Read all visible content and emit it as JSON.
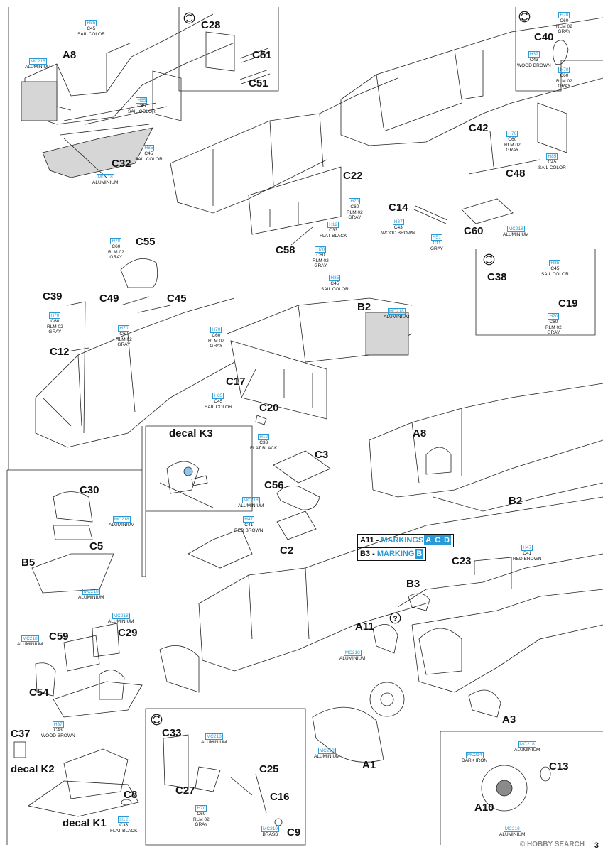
{
  "accent_color": "#2a9bd6",
  "part_labels": {
    "A8": "A8",
    "C28": "C28",
    "C51a": "C51",
    "C51b": "C51",
    "C40": "C40",
    "C32": "C32",
    "C22": "C22",
    "C42": "C42",
    "C48": "C48",
    "C14": "C14",
    "C58": "C58",
    "C60": "C60",
    "C55": "C55",
    "C39": "C39",
    "C49": "C49",
    "C45": "C45",
    "C12": "C12",
    "B2": "B2",
    "C38": "C38",
    "C19": "C19",
    "C17": "C17",
    "C20": "C20",
    "decalK3": "decal K3",
    "C3": "C3",
    "A8b": "A8",
    "C56": "C56",
    "B2b": "B2",
    "C30": "C30",
    "C5": "C5",
    "C2": "C2",
    "B5": "B5",
    "C23": "C23",
    "B3": "B3",
    "A11": "A11",
    "C59": "C59",
    "C29": "C29",
    "C54": "C54",
    "A3": "A3",
    "C37": "C37",
    "C33": "C33",
    "decalK2": "decal K2",
    "C25": "C25",
    "C13": "C13",
    "A1": "A1",
    "C27": "C27",
    "C16": "C16",
    "C8": "C8",
    "A10": "A10",
    "decalK1": "decal K1",
    "C9": "C9"
  },
  "paints": {
    "p1": {
      "code": "H85",
      "lines": [
        "C45",
        "SAIL COLOR"
      ]
    },
    "p2": {
      "code": "MC218",
      "lines": [
        "ALUMINIUM"
      ]
    },
    "p3": {
      "code": "H85",
      "lines": [
        "C45",
        "SAIL COLOR"
      ]
    },
    "p4": {
      "code": "H85",
      "lines": [
        "C45",
        "SAIL COLOR"
      ]
    },
    "p5": {
      "code": "MC218",
      "lines": [
        "ALUMINIUM"
      ]
    },
    "p6": {
      "code": "H70",
      "lines": [
        "C60",
        "RLM 02",
        "GRAY"
      ]
    },
    "p7": {
      "code": "H37",
      "lines": [
        "C43",
        "WOOD BROWN"
      ]
    },
    "p8": {
      "code": "H70",
      "lines": [
        "C60",
        "RLM 02",
        "GRAY"
      ]
    },
    "p9": {
      "code": "H70",
      "lines": [
        "C60",
        "RLM 02",
        "GRAY"
      ]
    },
    "p10": {
      "code": "H85",
      "lines": [
        "C45",
        "SAIL COLOR"
      ]
    },
    "p11": {
      "code": "H70",
      "lines": [
        "C60",
        "RLM 02",
        "GRAY"
      ]
    },
    "p12": {
      "code": "H12",
      "lines": [
        "C33",
        "FLAT BLACK"
      ]
    },
    "p13": {
      "code": "H70",
      "lines": [
        "C60",
        "RLM 02",
        "GRAY"
      ]
    },
    "p14": {
      "code": "H37",
      "lines": [
        "C43",
        "WOOD BROWN"
      ]
    },
    "p15": {
      "code": "H51",
      "lines": [
        "C11",
        "GRAY"
      ]
    },
    "p16": {
      "code": "MC218",
      "lines": [
        "ALUMINIUM"
      ]
    },
    "p17": {
      "code": "H70",
      "lines": [
        "C60",
        "RLM 02",
        "GRAY"
      ]
    },
    "p18": {
      "code": "H70",
      "lines": [
        "C60",
        "RLM 02",
        "GRAY"
      ]
    },
    "p19": {
      "code": "H70",
      "lines": [
        "C60",
        "RLM 02",
        "GRAY"
      ]
    },
    "p20": {
      "code": "H85",
      "lines": [
        "C45",
        "SAIL COLOR"
      ]
    },
    "p21": {
      "code": "MC218",
      "lines": [
        "ALUMINIUM"
      ]
    },
    "p22": {
      "code": "H85",
      "lines": [
        "C45",
        "SAIL COLOR"
      ]
    },
    "p23": {
      "code": "H70",
      "lines": [
        "C60",
        "RLM 02",
        "GRAY"
      ]
    },
    "p24": {
      "code": "H70",
      "lines": [
        "C60",
        "RLM 02",
        "GRAY"
      ]
    },
    "p25": {
      "code": "H85",
      "lines": [
        "C45",
        "SAIL COLOR"
      ]
    },
    "p26": {
      "code": "H12",
      "lines": [
        "C33",
        "FLAT BLACK"
      ]
    },
    "p27": {
      "code": "MC218",
      "lines": [
        "ALUMINIUM"
      ]
    },
    "p28": {
      "code": "H47",
      "lines": [
        "C41",
        "RED BROWN"
      ]
    },
    "p29": {
      "code": "MC218",
      "lines": [
        "ALUMINIUM"
      ]
    },
    "p30": {
      "code": "H47",
      "lines": [
        "C41",
        "RED BROWN"
      ]
    },
    "p31": {
      "code": "MC218",
      "lines": [
        "ALUMINIUM"
      ]
    },
    "p32": {
      "code": "MC218",
      "lines": [
        "ALUMINIUM"
      ]
    },
    "p33": {
      "code": "MC218",
      "lines": [
        "ALUMINIUM"
      ]
    },
    "p34": {
      "code": "MC218",
      "lines": [
        "ALUMINIUM"
      ]
    },
    "p35": {
      "code": "H37",
      "lines": [
        "C43",
        "WOOD BROWN"
      ]
    },
    "p36": {
      "code": "MC218",
      "lines": [
        "ALUMINIUM"
      ]
    },
    "p37": {
      "code": "MC218",
      "lines": [
        "ALUMINIUM"
      ]
    },
    "p38": {
      "code": "MC218",
      "lines": [
        "ALUMINIUM"
      ]
    },
    "p39": {
      "code": "MC214",
      "lines": [
        "DARK IRON"
      ]
    },
    "p40": {
      "code": "H70",
      "lines": [
        "C60",
        "RLM 02",
        "GRAY"
      ]
    },
    "p41": {
      "code": "H12",
      "lines": [
        "C33",
        "FLAT BLACK"
      ]
    },
    "p42": {
      "code": "MC219",
      "lines": [
        "BRASS"
      ]
    },
    "p43": {
      "code": "MC218",
      "lines": [
        "ALUMINIUM"
      ]
    }
  },
  "markings": {
    "row1": {
      "part": "A11 - ",
      "word": "MARKINGS",
      "boxes": [
        "A",
        "C",
        "D"
      ]
    },
    "row2": {
      "part": "B3 - ",
      "word": "MARKING",
      "boxes": [
        "B"
      ]
    }
  },
  "watermark": "© HOBBY SEARCH",
  "page_number": "3"
}
